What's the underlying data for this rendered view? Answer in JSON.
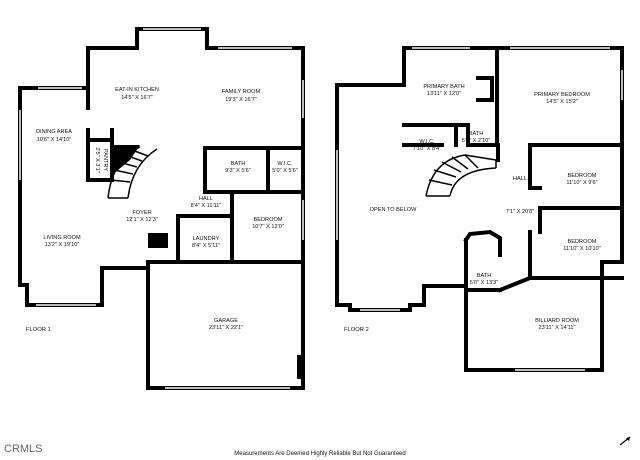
{
  "floors": [
    {
      "label": "FLOOR 1",
      "rooms": [
        {
          "id": "kitchen",
          "name": "EAT-IN KITCHEN",
          "dims": "14'5\" X 16'7\""
        },
        {
          "id": "family",
          "name": "FAMILY ROOM",
          "dims": "19'3\" X 16'7\""
        },
        {
          "id": "dining",
          "name": "DINING AREA",
          "dims": "10'6\" X 14'10\""
        },
        {
          "id": "pantry",
          "name": "PANTRY",
          "dims": "2'5\" X 3'1\""
        },
        {
          "id": "bath1",
          "name": "BATH",
          "dims": "9'3\" X 5'6\""
        },
        {
          "id": "wic1",
          "name": "W.I.C.",
          "dims": "5'0\" X 5'6\""
        },
        {
          "id": "hall1",
          "name": "HALL",
          "dims": "8'4\" X 11'11\""
        },
        {
          "id": "foyer",
          "name": "FOYER",
          "dims": "12'1\" X 12'3\""
        },
        {
          "id": "bedroom1",
          "name": "BEDROOM",
          "dims": "10'7\" X 12'0\""
        },
        {
          "id": "living",
          "name": "LIVING ROOM",
          "dims": "13'2\" X 19'10\""
        },
        {
          "id": "laundry",
          "name": "LAUNDRY",
          "dims": "8'4\" X 5'11\""
        },
        {
          "id": "garage",
          "name": "GARAGE",
          "dims": "23'11\" X 22'1\""
        }
      ]
    },
    {
      "label": "FLOOR 2",
      "rooms": [
        {
          "id": "pbath",
          "name": "PRIMARY BATH",
          "dims": "13'11\" X 12'0\""
        },
        {
          "id": "pbed",
          "name": "PRIMARY BEDROOM",
          "dims": "14'5\" X 15'2\""
        },
        {
          "id": "wic2",
          "name": "W.I.C.",
          "dims": "7'10\" X 8'4\""
        },
        {
          "id": "bath2",
          "name": "BATH",
          "dims": "5'9\" X 2'10\""
        },
        {
          "id": "bed2",
          "name": "BEDROOM",
          "dims": "11'10\" X 9'6\""
        },
        {
          "id": "hall2",
          "name": "HALL",
          "dims": "7'1\" X 20'8\""
        },
        {
          "id": "open",
          "name": "OPEN TO BELOW",
          "dims": ""
        },
        {
          "id": "bed3",
          "name": "BEDROOM",
          "dims": "11'10\" X 10'10\""
        },
        {
          "id": "bath3",
          "name": "BATH",
          "dims": "5'0\" X 13'3\""
        },
        {
          "id": "billiard",
          "name": "BILLIARD ROOM",
          "dims": "23'11\" X 14'11\""
        }
      ]
    }
  ],
  "footer_note": "Measurements Are Deemed Highly Reliable But Not Guaranteed",
  "watermark": "CRMLS"
}
